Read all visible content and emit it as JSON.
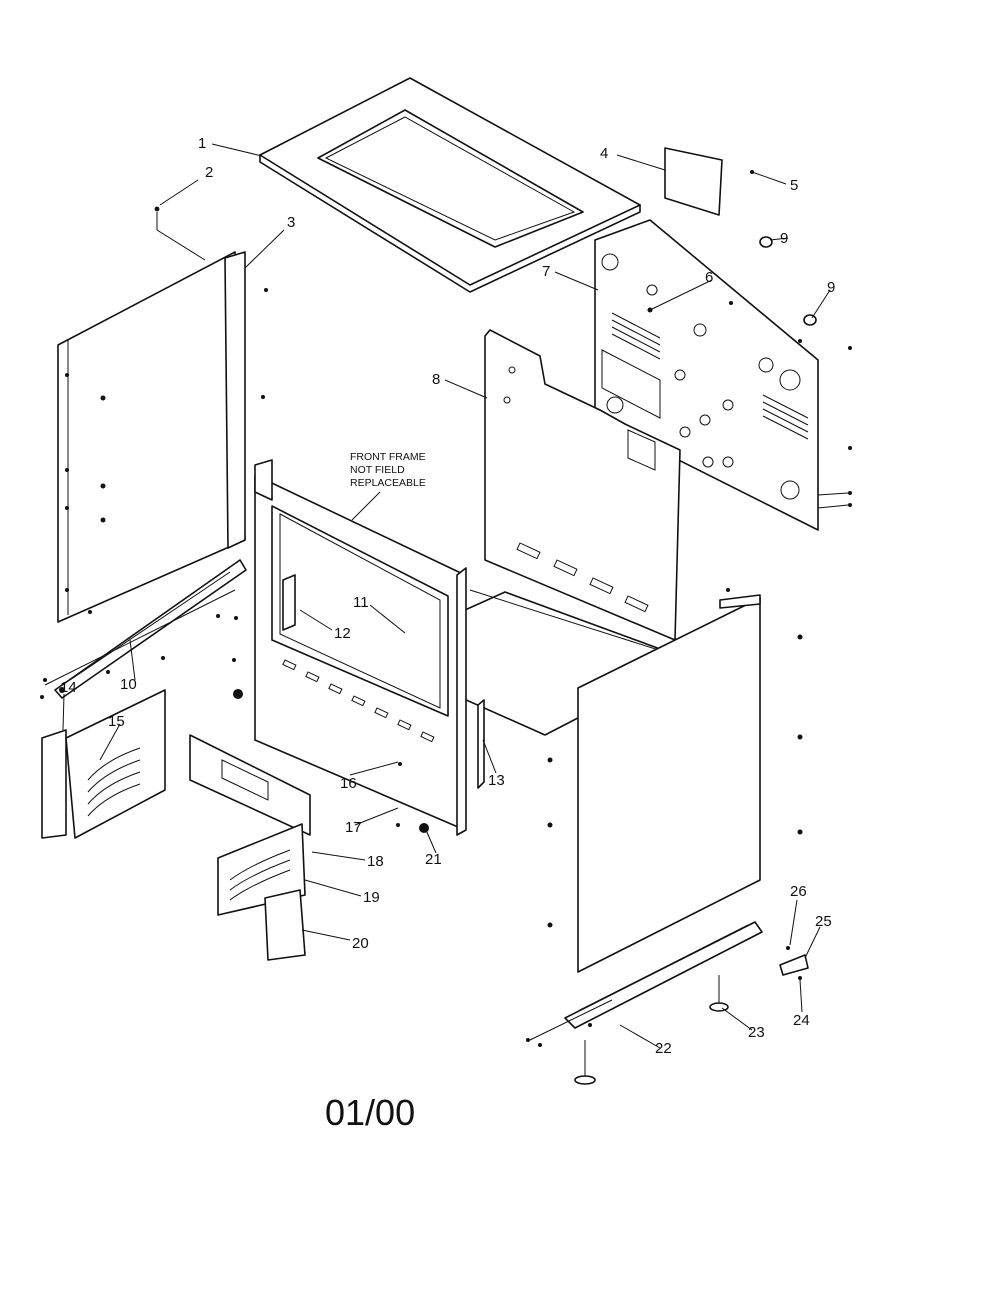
{
  "callouts": [
    "1",
    "2",
    "3",
    "4",
    "5",
    "6",
    "7",
    "8",
    "9",
    "9",
    "10",
    "11",
    "12",
    "13",
    "14",
    "15",
    "16",
    "17",
    "18",
    "19",
    "20",
    "21",
    "22",
    "23",
    "24",
    "25",
    "26"
  ],
  "note": [
    "FRONT FRAME",
    "NOT FIELD",
    "REPLACEABLE"
  ],
  "date_code": "01/00"
}
